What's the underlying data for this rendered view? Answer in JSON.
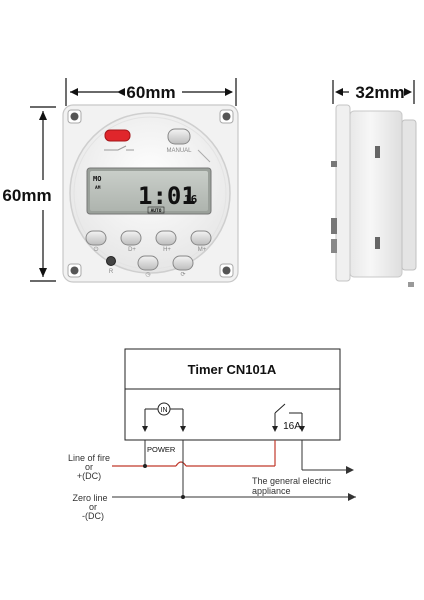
{
  "dimensions": {
    "width": "60mm",
    "height": "60mm",
    "depth": "32mm"
  },
  "device": {
    "manual_label": "MANUAL",
    "display": {
      "day": "MO",
      "ampm": "AM",
      "time": "1:01",
      "seconds": "16",
      "mode": "AUTO"
    },
    "buttons": [
      {
        "id": "power",
        "label": "⏻"
      },
      {
        "id": "d-plus",
        "label": "D+"
      },
      {
        "id": "h-plus",
        "label": "H+"
      },
      {
        "id": "m-plus",
        "label": "M+"
      },
      {
        "id": "reset",
        "label": "R"
      },
      {
        "id": "clock",
        "label": "◷"
      },
      {
        "id": "cycle",
        "label": "⟳"
      }
    ]
  },
  "diagram": {
    "title": "Timer  CN101A",
    "in_label": "IN",
    "power_label": "POWER",
    "relay_label": "16A",
    "line_label": [
      "Line of fire",
      "or",
      "+(DC)"
    ],
    "zero_label": [
      "Zero line",
      "or",
      "-(DC)"
    ],
    "appliance_label": [
      "The general electric",
      "appliance"
    ],
    "colors": {
      "live_wire": "#c0392b",
      "neutral_wire": "#333333"
    }
  }
}
